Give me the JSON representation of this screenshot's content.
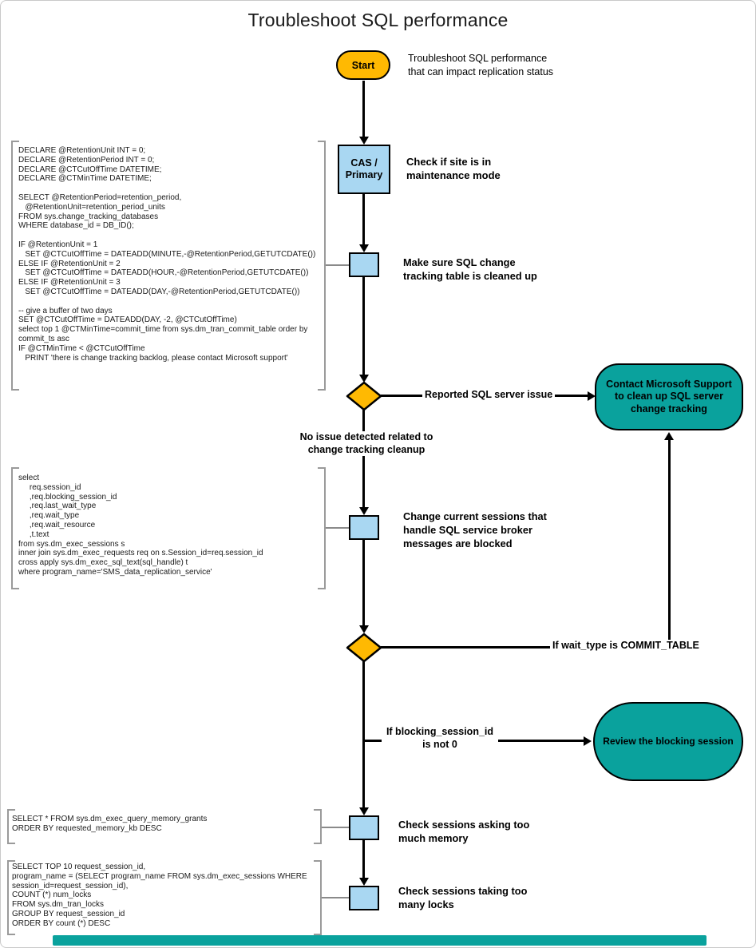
{
  "title": "Troubleshoot SQL performance",
  "colors": {
    "orange": "#FFB902",
    "blue": "#A9D7F2",
    "teal": "#0AA29D"
  },
  "nodes": {
    "start": {
      "label": "Start"
    },
    "cas": {
      "label": "CAS /\nPrimary"
    },
    "contact_support": {
      "label": "Contact Microsoft Support\nto clean up SQL server\nchange tracking"
    },
    "review_blocking": {
      "label": "Review the blocking session"
    }
  },
  "annotations": {
    "start_note": "Troubleshoot SQL performance\nthat can impact replication status",
    "cas_note": "Check if site is in\nmaintenance mode",
    "cleanup_note": "Make sure SQL change\ntracking table is cleaned up",
    "broker_note": "Change current sessions that\nhandle SQL service broker\nmessages are blocked",
    "memory_note": "Check sessions asking too\nmuch memory",
    "locks_note": "Check sessions taking too\nmany locks"
  },
  "edge_labels": {
    "reported": "Reported SQL server issue",
    "no_issue": "No issue detected related to\nchange tracking cleanup",
    "wait_type": "If wait_type is COMMIT_TABLE",
    "blocking": "If blocking_session_id\nis not 0"
  },
  "sql": {
    "retention": "DECLARE @RetentionUnit INT = 0;\nDECLARE @RetentionPeriod INT = 0;\nDECLARE @CTCutOffTime DATETIME;\nDECLARE @CTMinTime DATETIME;\n\nSELECT @RetentionPeriod=retention_period,\n   @RetentionUnit=retention_period_units\nFROM sys.change_tracking_databases\nWHERE database_id = DB_ID();\n\nIF @RetentionUnit = 1\n   SET @CTCutOffTime = DATEADD(MINUTE,-@RetentionPeriod,GETUTCDATE())\nELSE IF @RetentionUnit = 2\n   SET @CTCutOffTime = DATEADD(HOUR,-@RetentionPeriod,GETUTCDATE())\nELSE IF @RetentionUnit = 3\n   SET @CTCutOffTime = DATEADD(DAY,-@RetentionPeriod,GETUTCDATE())\n\n-- give a buffer of two days\nSET @CTCutOffTime = DATEADD(DAY, -2, @CTCutOffTime)\nselect top 1 @CTMinTime=commit_time from sys.dm_tran_commit_table order by\ncommit_ts asc\nIF @CTMinTime < @CTCutOffTime\n   PRINT 'there is change tracking backlog, please contact Microsoft support'",
    "sessions": "select\n     req.session_id\n     ,req.blocking_session_id\n     ,req.last_wait_type\n     ,req.wait_type\n     ,req.wait_resource\n     ,t.text\nfrom sys.dm_exec_sessions s\ninner join sys.dm_exec_requests req on s.Session_id=req.session_id\ncross apply sys.dm_exec_sql_text(sql_handle) t\nwhere program_name='SMS_data_replication_service'",
    "memory": "SELECT * FROM sys.dm_exec_query_memory_grants\nORDER BY requested_memory_kb DESC",
    "locks": "SELECT TOP 10 request_session_id,\nprogram_name = (SELECT program_name FROM sys.dm_exec_sessions WHERE\nsession_id=request_session_id),\nCOUNT (*) num_locks\nFROM sys.dm_tran_locks\nGROUP BY request_session_id\nORDER BY count (*) DESC"
  }
}
